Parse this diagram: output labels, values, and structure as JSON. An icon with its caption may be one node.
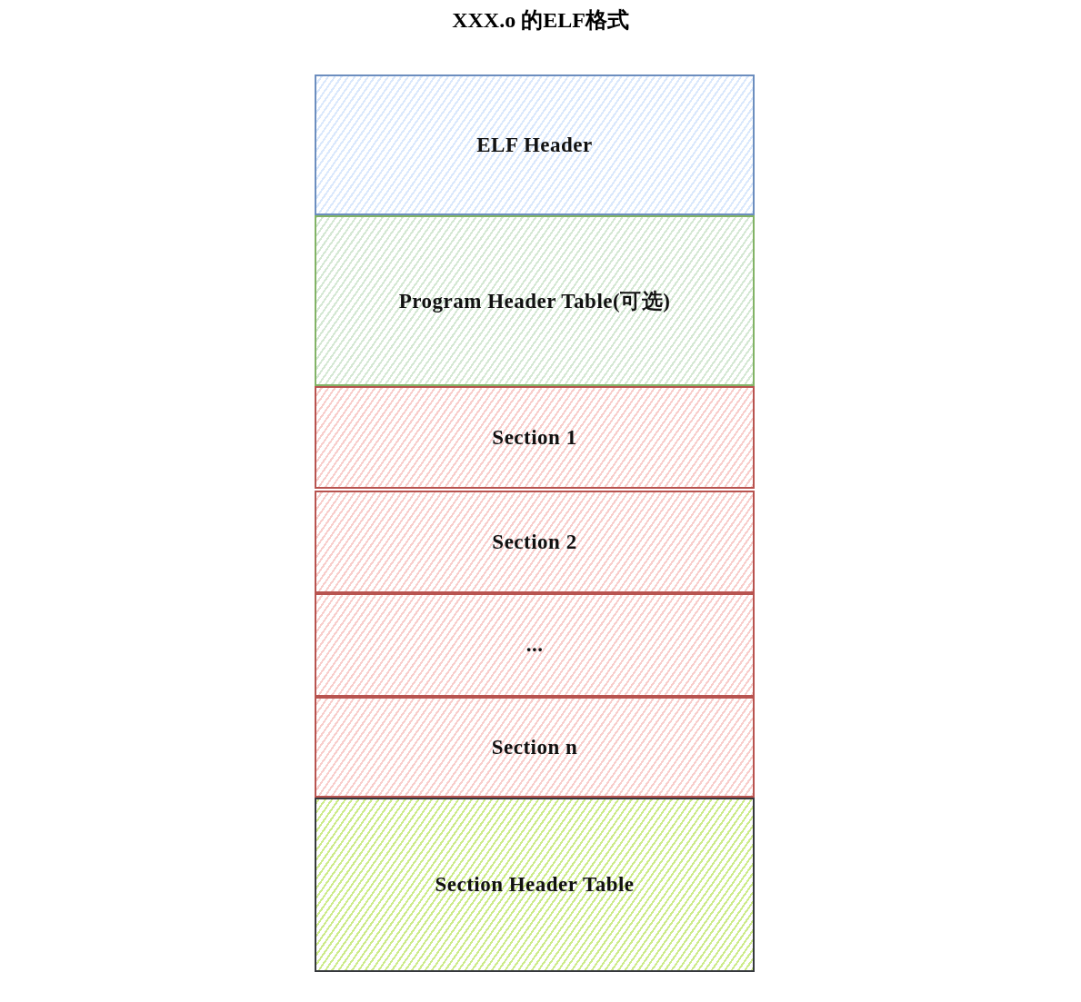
{
  "diagram": {
    "title": "XXX.o 的ELF格式",
    "nodes": [
      {
        "text": [
          "ELF Header"
        ]
      },
      {
        "text": [
          "Program Header Table(可选)"
        ]
      },
      {
        "text": [
          "Section 1"
        ]
      },
      {
        "text": [
          "Section 2"
        ]
      },
      {
        "text": [
          "..."
        ]
      },
      {
        "text": [
          "Section n"
        ]
      },
      {
        "text": [
          "Section Header Table"
        ]
      }
    ],
    "edges": []
  }
}
